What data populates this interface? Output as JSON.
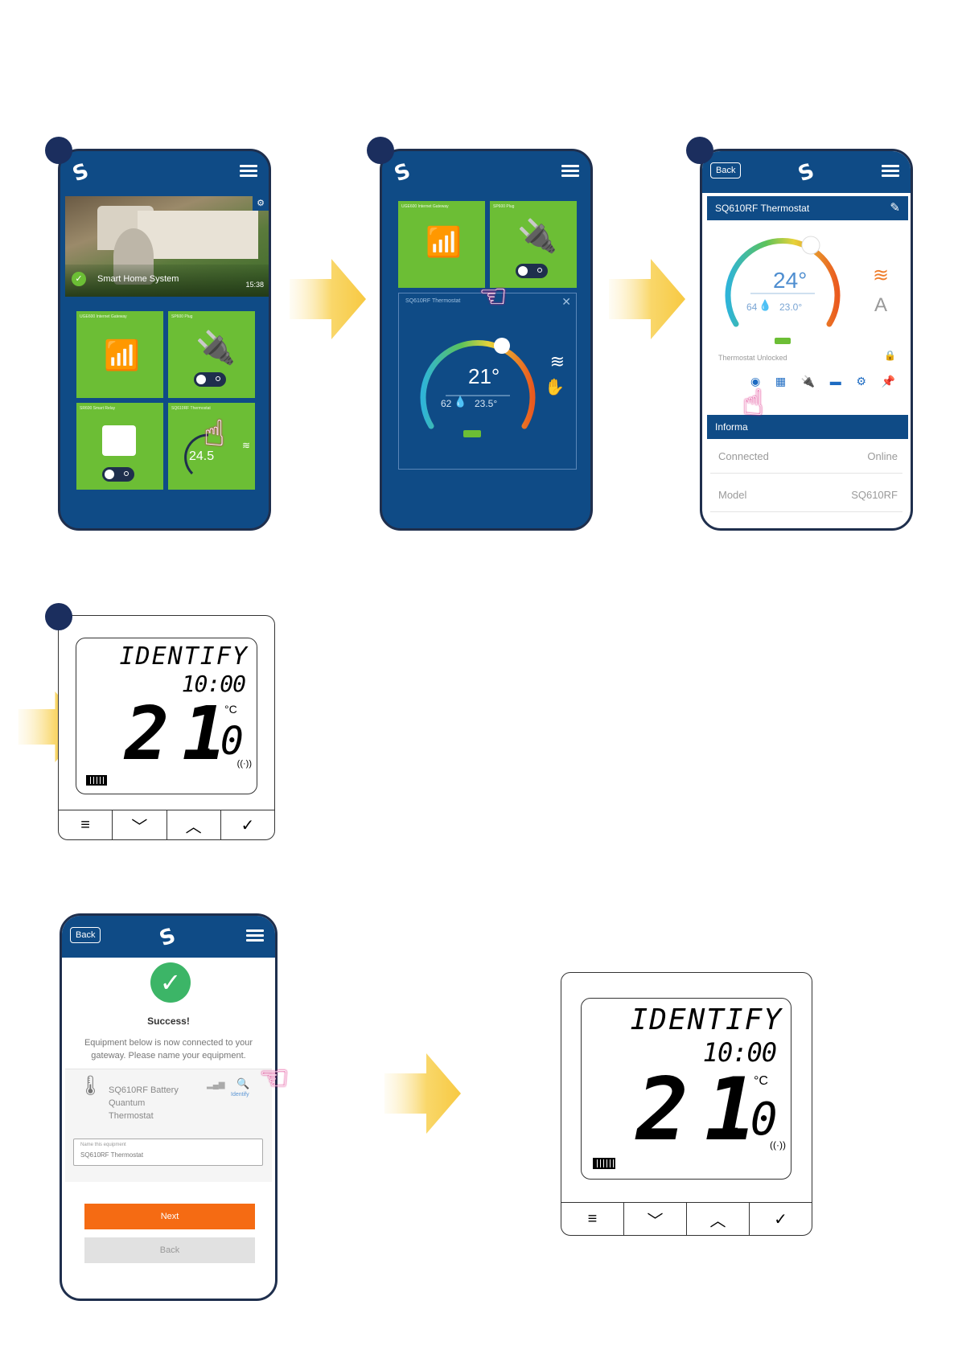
{
  "app": {
    "logo_glyph": "S",
    "back_label": "Back"
  },
  "step1": {
    "banner_title": "Smart Home System",
    "banner_time": "15:38",
    "tiles": [
      {
        "label": "UGE600 Internet Gateway"
      },
      {
        "label": "SP600 Plug"
      },
      {
        "label": "SR600 Smart Relay"
      },
      {
        "label": "SQ610RF Thermostat"
      }
    ],
    "tile_temp": "24.5"
  },
  "step2": {
    "tiles": [
      {
        "label": "UGE600 Internet Gateway"
      },
      {
        "label": "SP600 Plug"
      }
    ],
    "panel_title": "SQ610RF Thermostat",
    "set_temp": "21°",
    "humidity": "62",
    "current_temp": "23.5°"
  },
  "step3": {
    "device_title": "SQ610RF Thermostat",
    "set_temp": "24°",
    "humidity": "64",
    "current_temp": "23.0°",
    "mode_letter": "A",
    "lock_status": "Thermostat Unlocked",
    "info_header": "Informa",
    "rows": [
      {
        "label": "Connected",
        "value": "Online"
      },
      {
        "label": "Model",
        "value": "SQ610RF"
      }
    ]
  },
  "step4": {
    "lcd_word": "IDENTIFY",
    "lcd_time": "10:00",
    "lcd_temp_int": "21",
    "lcd_temp_dec": ".0",
    "lcd_unit": "°C"
  },
  "step5": {
    "success_title": "Success!",
    "success_text": "Equipment below is now connected to your gateway. Please name your equipment.",
    "device_name": "SQ610RF Battery Quantum Thermostat",
    "identify_label": "Identify",
    "name_input_label": "Name this equipment",
    "name_input_value": "SQ610RF Thermostat",
    "next_label": "Next",
    "back_label": "Back"
  },
  "step6": {
    "lcd_word": "IDENTIFY",
    "lcd_time": "10:00",
    "lcd_temp_int": "21",
    "lcd_temp_dec": ".0",
    "lcd_unit": "°C"
  },
  "colors": {
    "navy": "#1b2e5e",
    "app_blue": "#0f4b86",
    "tile_green": "#6cbe35",
    "arrow_yellow": "#f7c942",
    "next_orange": "#f56b13",
    "success_green": "#3cb567",
    "pointer_pink": "#d9197c"
  }
}
